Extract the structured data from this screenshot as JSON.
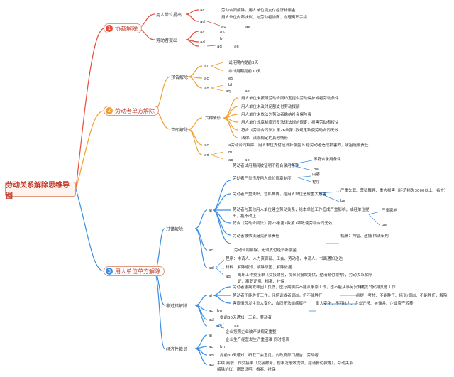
{
  "root": "劳动关系解除思维导图",
  "branches": [
    {
      "num": "1",
      "label": "协商解除",
      "color": "#e74c3c"
    },
    {
      "num": "2",
      "label": "劳动者单方解除",
      "color": "#f0a030"
    },
    {
      "num": "3",
      "label": "用人单位单方解除",
      "color": "#3a8ee6"
    }
  ],
  "b1": {
    "sub1": "用人单位提出",
    "sub1_a1": "ac",
    "sub1_t1": "劳动合同解除，用人单位须支付经济补偿金",
    "sub1_a2": "ad",
    "sub1_t2": "用人单位内部决议、与劳动者协商、办理离职手续",
    "sub1_a3": "aq",
    "sub1_a4": "ae",
    "sub2": "劳动者提出",
    "sub2_a1": "ac",
    "sub2_t1": "e5",
    "sub2_a2": "ad",
    "sub2_t2": "bl",
    "sub2_a3": "aq",
    "sub2_a4": "ae"
  },
  "b2": {
    "sub1": "预告解除",
    "p_a1": "al",
    "p_t1": "试用期内提前3天",
    "p_t2": "非试用期提前30天",
    "p_a2": "ac",
    "p_t3": "e5",
    "p_a3": "ad",
    "p_t4": "bl",
    "p_a4": "aq",
    "p_a5": "ae",
    "sub2": "立即解除",
    "six": "六种情形",
    "s1": "用人单位未按照劳动合同约定提供劳动保护或者劳动条件",
    "s2": "用人单位未及时足额支付劳动报酬",
    "s3": "用人单位未依法为劳动者缴纳社会保险费",
    "s4": "用人单位规章制度违反法律法规的规定，损害劳动者权益",
    "s5": "符合《劳动合同法》第26条第1款规定致使劳动合同无效",
    "s6": "法律、法规规定的其他情形",
    "i_a1": "ac",
    "i_t1": "a劳动合同解除，用人单位支付经济补偿金 b.给劳动者造成损害的，承担赔偿责任",
    "i_a2": "ad",
    "i_t2": "bl",
    "i_a3": "aq",
    "i_a4": "ae"
  },
  "b3": {
    "sub1": "过错解除",
    "e_al": "al",
    "e1": "劳动者试用期间被证明不符合录用条件",
    "e1_c1": "不符合录用条件：",
    "e1_c2": "ba",
    "e2": "劳动者严重违反用人单位规章制度",
    "e2_c1": "内容：",
    "e2_c2": "程序：",
    "e3": "劳动者严重失职，营私舞弊，给用人单位造成重大损害",
    "e3_c1": "严重失职、营私舞弊、重大损害（经济损失3000以上、名誉）",
    "e3_c2": "ba",
    "e4a": "劳动者与其他用人单位建立劳动关系，给本单位工作造成严重影响，或经单位提",
    "e4b": "出，拒不改正",
    "e4_c1": "严重影响",
    "e4_c2": "ba",
    "e5": "符合《劳动合同法》第26条第1款第1项致使劳动合同无效",
    "e6": "劳动者被依法追究刑事责任",
    "e6_c1": "稿酬：拘留、逮捕 依法审判",
    "e_ac": "ac",
    "e7": "劳动合同解除，无须支付经济补偿金",
    "e_ad": "ad",
    "e8": "程序：申请人、人力资源部、工会、劳动者、申请人，书面通知送达",
    "e9": "材料：解除通知、解除原因、解除依据",
    "e_aq": "aq",
    "e10a": "离职工作交接单（交接财务，视事况报效提供，结清薪付款等），劳动关系解除",
    "e10b": "证、离职证明、档案、社保",
    "sub2": "非过错解除",
    "n_al": "al",
    "n1": "劳动者患病或非因工负伤，医疗期满后不能从事原工作，也不能从事另安排的工作",
    "n1_c": "前提：安排其他工作",
    "n2": "劳动者不能胜任工作，经培训或者调岗，仍不能胜任",
    "n2_c": "前提：考核、不能胜任、培训/调岗、不能胜任，解除",
    "n3": "客观情况发生重大变化，合同无法继续履行",
    "n3_c": "重大变化：不可抗力、企业迁移、被兼并、企业资产转移",
    "n_ac": "ac",
    "n_t1": "bn",
    "n_ad": "ad",
    "n_t2": "提前30天通知、工会、劳动者",
    "n_aq": "aq",
    "n_ae": "ae",
    "sub3": "经济性裁员",
    "c_al": "al",
    "c1": "企业按照企业破产法规定重整",
    "c2": "企业生产经营发生严重困难 同时报表",
    "c_ac": "ac",
    "c_t1": "bn",
    "c_ad": "ad",
    "c_t2": "提前30天通知、听取工会意见，向政府部门报告，劳动者",
    "c_aq": "aq",
    "c_t3a": "手续 离职工作交接单（交接财务，视事况报效提供，结清薪付款等），劳动关系",
    "c_t3b": "解除协议、离职证明、档案、社保"
  }
}
